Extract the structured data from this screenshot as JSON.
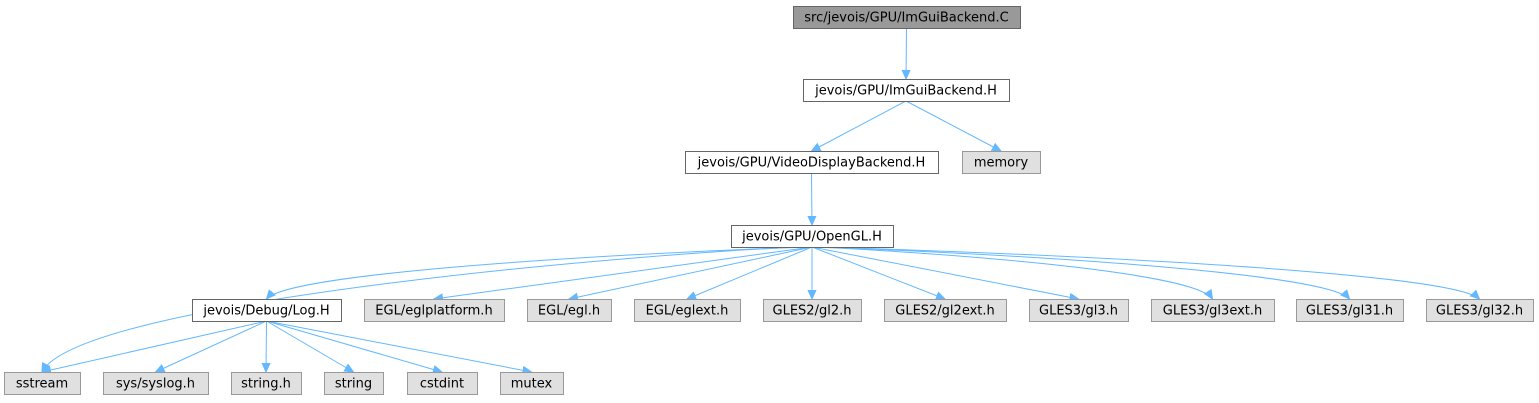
{
  "colors": {
    "root_fill": "#999999",
    "doc_fill": "#ffffff",
    "system_fill": "#e0e0e0",
    "doc_border": "#666666",
    "system_border": "#999999",
    "edge": "#63b8ff",
    "text": "#000000"
  },
  "nodes": [
    {
      "id": "root",
      "label": "src/jevois/GPU/ImGuiBackend.C",
      "kind": "root"
    },
    {
      "id": "imgui_h",
      "label": "jevois/GPU/ImGuiBackend.H",
      "kind": "doc"
    },
    {
      "id": "vdb_h",
      "label": "jevois/GPU/VideoDisplayBackend.H",
      "kind": "doc"
    },
    {
      "id": "memory",
      "label": "memory",
      "kind": "system"
    },
    {
      "id": "opengl_h",
      "label": "jevois/GPU/OpenGL.H",
      "kind": "doc"
    },
    {
      "id": "log_h",
      "label": "jevois/Debug/Log.H",
      "kind": "doc"
    },
    {
      "id": "eglplatform",
      "label": "EGL/eglplatform.h",
      "kind": "system"
    },
    {
      "id": "egl",
      "label": "EGL/egl.h",
      "kind": "system"
    },
    {
      "id": "eglext",
      "label": "EGL/eglext.h",
      "kind": "system"
    },
    {
      "id": "gl2",
      "label": "GLES2/gl2.h",
      "kind": "system"
    },
    {
      "id": "gl2ext",
      "label": "GLES2/gl2ext.h",
      "kind": "system"
    },
    {
      "id": "gl3",
      "label": "GLES3/gl3.h",
      "kind": "system"
    },
    {
      "id": "gl3ext",
      "label": "GLES3/gl3ext.h",
      "kind": "system"
    },
    {
      "id": "gl31",
      "label": "GLES3/gl31.h",
      "kind": "system"
    },
    {
      "id": "gl32",
      "label": "GLES3/gl32.h",
      "kind": "system"
    },
    {
      "id": "sstream",
      "label": "sstream",
      "kind": "system"
    },
    {
      "id": "syslog",
      "label": "sys/syslog.h",
      "kind": "system"
    },
    {
      "id": "string_h",
      "label": "string.h",
      "kind": "system"
    },
    {
      "id": "string",
      "label": "string",
      "kind": "system"
    },
    {
      "id": "cstdint",
      "label": "cstdint",
      "kind": "system"
    },
    {
      "id": "mutex",
      "label": "mutex",
      "kind": "system"
    }
  ],
  "edges": [
    {
      "from": "root",
      "to": "imgui_h"
    },
    {
      "from": "imgui_h",
      "to": "vdb_h"
    },
    {
      "from": "imgui_h",
      "to": "memory"
    },
    {
      "from": "vdb_h",
      "to": "opengl_h"
    },
    {
      "from": "opengl_h",
      "to": "sstream"
    },
    {
      "from": "opengl_h",
      "to": "log_h"
    },
    {
      "from": "opengl_h",
      "to": "eglplatform"
    },
    {
      "from": "opengl_h",
      "to": "egl"
    },
    {
      "from": "opengl_h",
      "to": "eglext"
    },
    {
      "from": "opengl_h",
      "to": "gl2"
    },
    {
      "from": "opengl_h",
      "to": "gl2ext"
    },
    {
      "from": "opengl_h",
      "to": "gl3"
    },
    {
      "from": "opengl_h",
      "to": "gl3ext"
    },
    {
      "from": "opengl_h",
      "to": "gl31"
    },
    {
      "from": "opengl_h",
      "to": "gl32"
    },
    {
      "from": "log_h",
      "to": "sstream"
    },
    {
      "from": "log_h",
      "to": "syslog"
    },
    {
      "from": "log_h",
      "to": "string_h"
    },
    {
      "from": "log_h",
      "to": "string"
    },
    {
      "from": "log_h",
      "to": "cstdint"
    },
    {
      "from": "log_h",
      "to": "mutex"
    }
  ]
}
